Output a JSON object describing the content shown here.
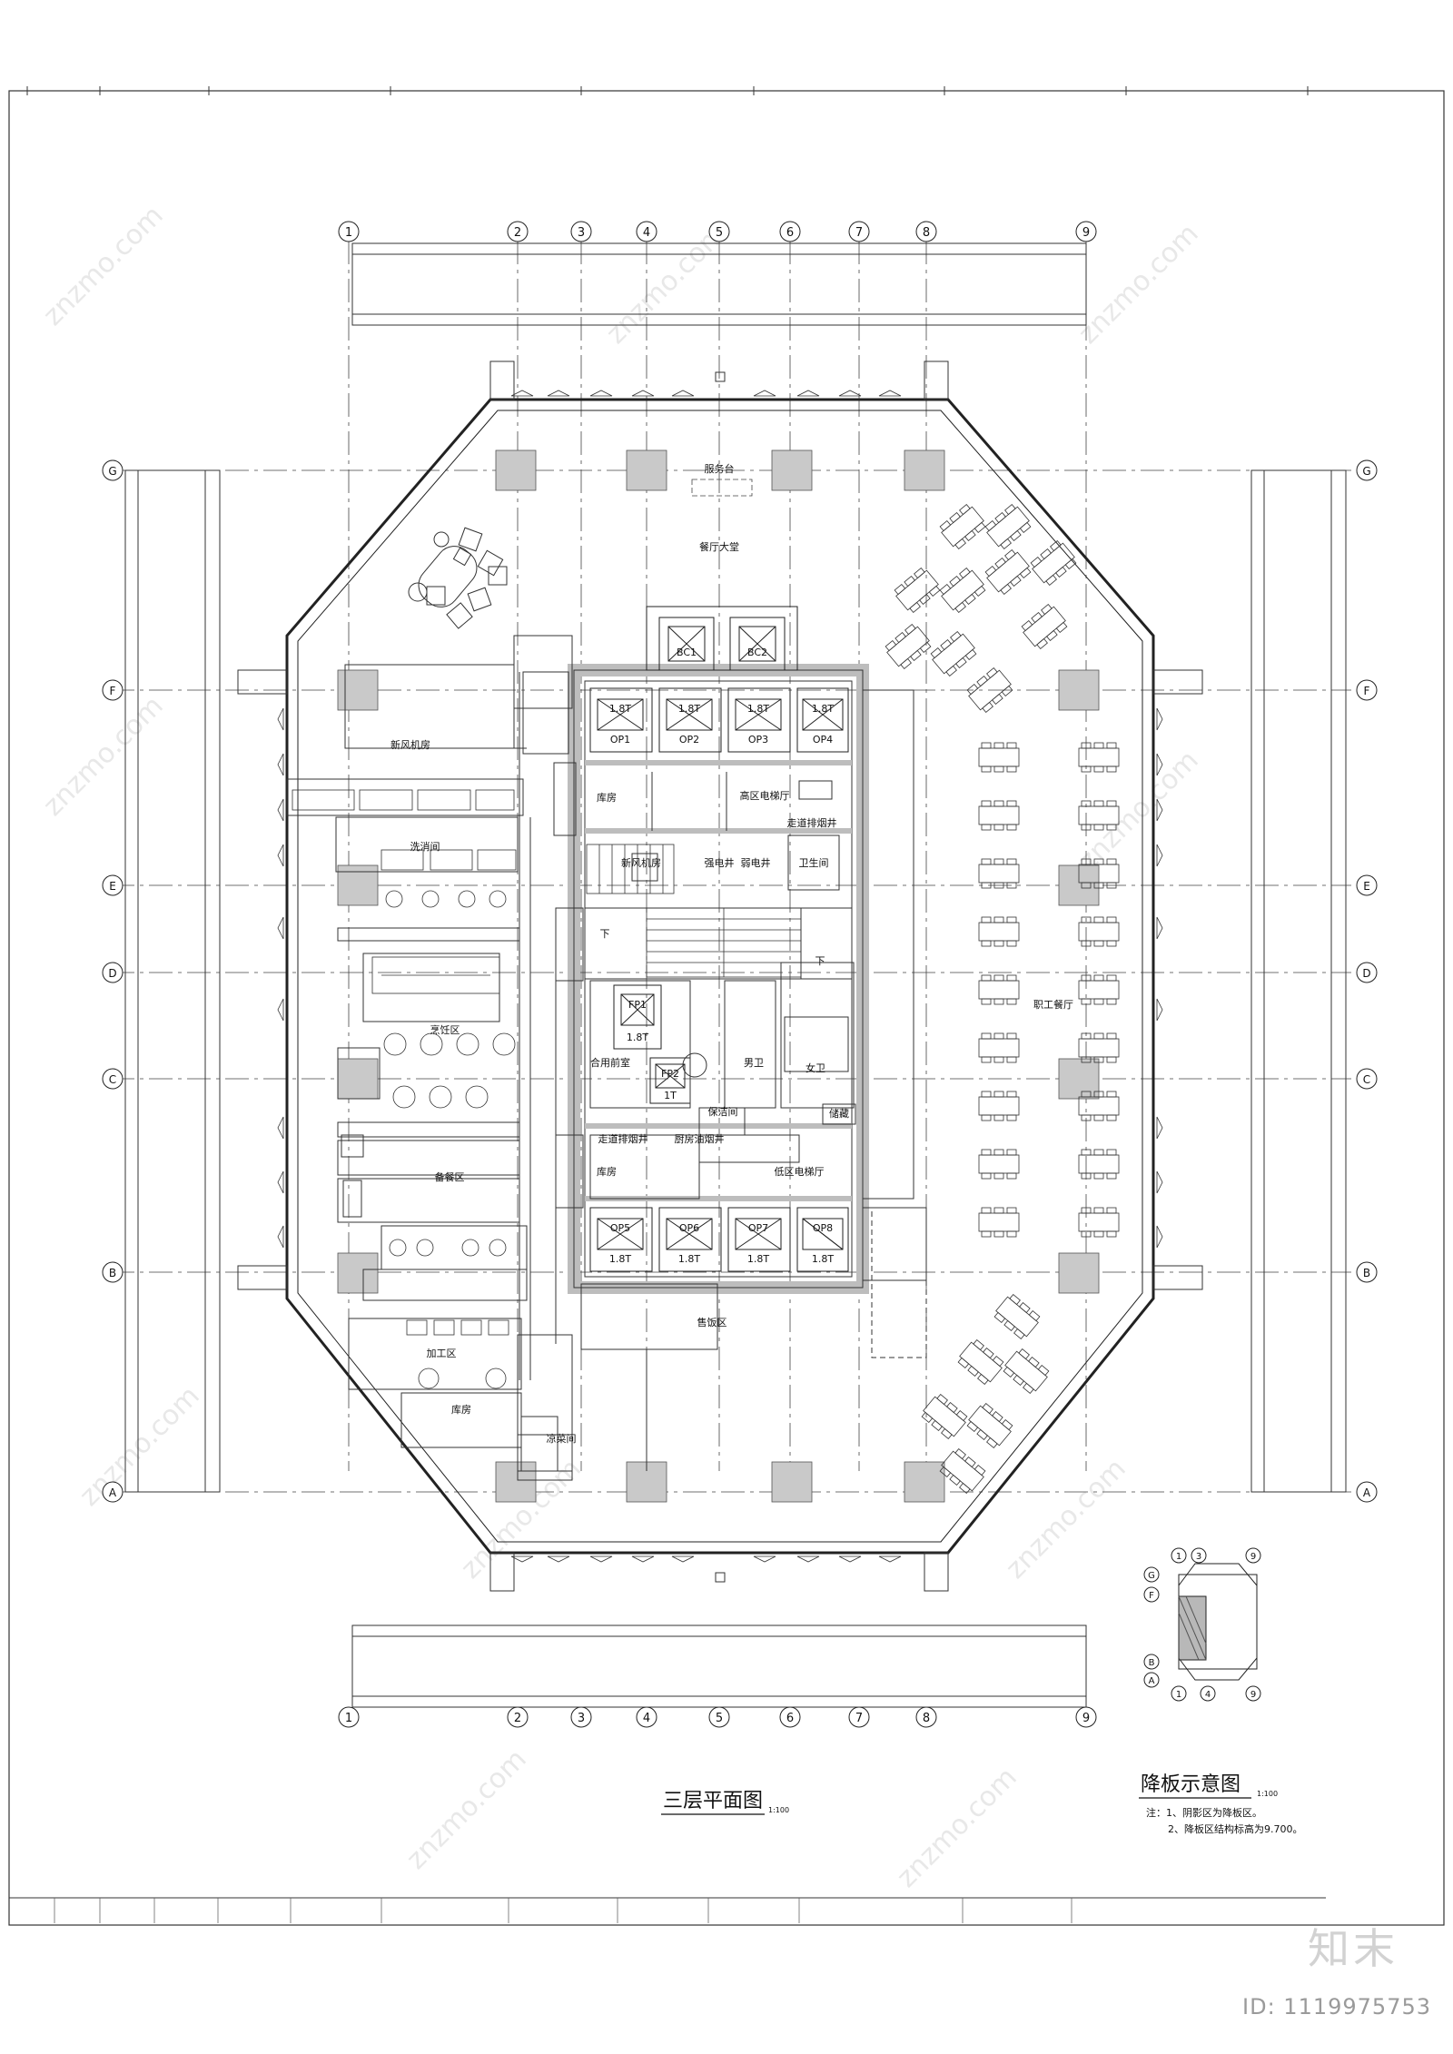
{
  "axes": {
    "columns": [
      "1",
      "2",
      "3",
      "4",
      "5",
      "6",
      "7",
      "8",
      "9"
    ],
    "rows": [
      "G",
      "F",
      "E",
      "D",
      "C",
      "B",
      "A"
    ]
  },
  "rooms": {
    "restaurant_hall": "餐厅大堂",
    "reception": "服务台",
    "fresh_air_room": "新风机房",
    "wash_room": "洗消间",
    "cooking_area": "烹饪区",
    "prep_area": "备餐区",
    "processing_area": "加工区",
    "storage_top": "库房",
    "storage_mid": "库房",
    "storage_bottom": "库房",
    "cold_dish": "凉菜间",
    "sale_area": "售饭区",
    "high_zone_lobby": "高区电梯厅",
    "low_zone_lobby": "低区电梯厅",
    "smoke_shaft_a": "走道排烟井",
    "smoke_shaft_b": "走道排烟井",
    "kitchen_exhaust": "厨房油烟井",
    "fresh_air_shaft": "新风机房",
    "strong_elec": "强电井",
    "weak_elec": "弱电井",
    "toilet_male": "男卫",
    "toilet_female": "女卫",
    "public_wash": "合用前室",
    "staff_canteen": "职工餐厅",
    "clean_room": "保洁间",
    "sanitary": "卫生间",
    "storage_small": "储藏",
    "down": "下"
  },
  "lifts": {
    "bc": [
      "BC1",
      "BC2"
    ],
    "op_top": [
      "OP1",
      "OP2",
      "OP3",
      "OP4"
    ],
    "op_bottom": [
      "OP5",
      "OP6",
      "OP7",
      "OP8"
    ],
    "fp": [
      "FP1",
      "FP2"
    ],
    "capacity": "1.8T",
    "fp2_capacity": "1T"
  },
  "titles": {
    "plan_title": "三层平面图",
    "plan_scale": "1:100",
    "key_title": "降板示意图",
    "key_scale": "1:100",
    "note_1": "注：1、阴影区为降板区。",
    "note_2": "2、降板区结构标高为9.700。"
  },
  "key_plan": {
    "top_axes": [
      "1",
      "3",
      "9"
    ],
    "bottom_axes": [
      "1",
      "4",
      "9"
    ],
    "side_axes": [
      "G",
      "F",
      "B",
      "A"
    ]
  },
  "watermark": "znzmo.com",
  "brand": {
    "name": "知末",
    "id": "ID: 1119975753"
  }
}
